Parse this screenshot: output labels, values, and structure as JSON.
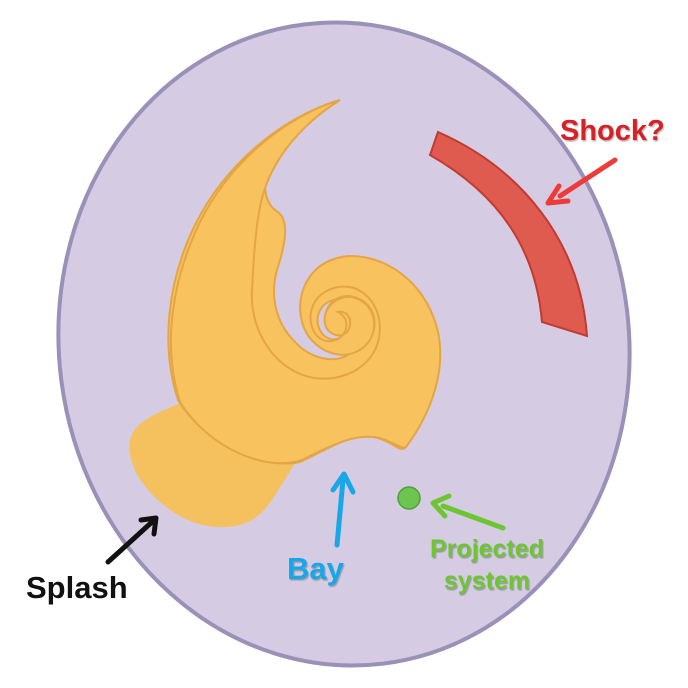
{
  "labels": {
    "shock": "Shock?",
    "bay": "Bay",
    "projected_line1": "Projected",
    "projected_line2": "system",
    "splash": "Splash"
  },
  "colors": {
    "outer_fill": "#d5cce3",
    "outer_stroke": "#9a91b8",
    "body_fill": "#f8c35f",
    "body_stroke": "#e4a544",
    "splash_fill": "#f4c15e",
    "shock_fill": "#df5b4f",
    "shock_stroke": "#c23b30",
    "shock_label": "#d42426",
    "shock_arrow": "#ef3a3a",
    "bay": "#19a7e8",
    "projected": "#6dc531",
    "projected_dot": "#6cc54e",
    "splash_label": "#111111"
  }
}
